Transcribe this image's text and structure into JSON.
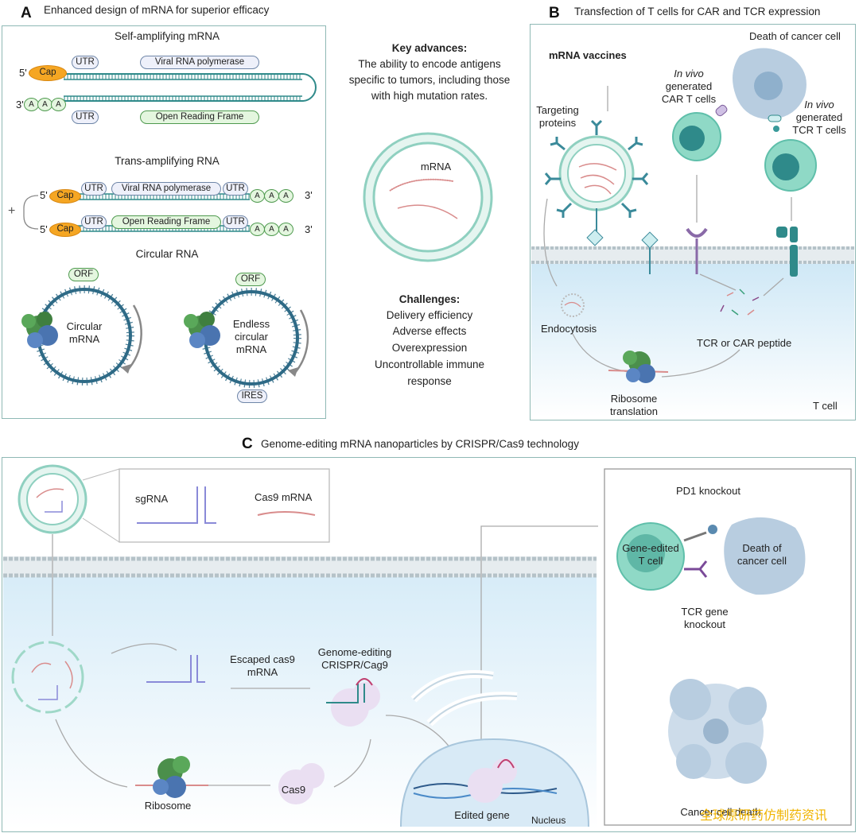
{
  "panel_a": {
    "letter": "A",
    "title": "Enhanced design of mRNA for superior efficacy",
    "self_amp": {
      "heading": "Self-amplifying mRNA",
      "five_prime": "5'",
      "three_prime": "3'",
      "cap": "Cap",
      "utr_top": "UTR",
      "utr_bottom": "UTR",
      "polymerase": "Viral RNA polymerase",
      "orf": "Open Reading Frame",
      "a_labels": [
        "A",
        "A",
        "A"
      ]
    },
    "trans_amp": {
      "heading": "Trans-amplifying RNA",
      "plus": "+",
      "five_prime_1": "5'",
      "five_prime_2": "5'",
      "three_prime_1": "3'",
      "three_prime_2": "3'",
      "cap": "Cap",
      "utr": "UTR",
      "polymerase": "Viral RNA polymerase",
      "orf": "Open Reading Frame",
      "a_labels": [
        "A",
        "A",
        "A"
      ]
    },
    "circular": {
      "heading": "Circular RNA",
      "orf_left": "ORF",
      "orf_right": "ORF",
      "left_label": [
        "Circular",
        "mRNA"
      ],
      "right_label": [
        "Endless",
        "circular",
        "mRNA"
      ],
      "ires": "IRES"
    }
  },
  "center": {
    "key_title": "Key advances:",
    "key_lines": [
      "The ability to encode antigens",
      "specific to tumors, including those",
      "with high mutation rates."
    ],
    "mrna_label": "mRNA",
    "challenges_title": "Challenges:",
    "challenges": [
      "Delivery efficiency",
      "Adverse effects",
      "Overexpression",
      "Uncontrollable immune",
      "response"
    ]
  },
  "panel_b": {
    "letter": "B",
    "title": "Transfection of T cells for CAR and TCR expression",
    "death_cancer": "Death of cancer cell",
    "mrna_vaccines": "mRNA vaccines",
    "targeting": [
      "Targeting",
      "proteins"
    ],
    "car_t": [
      "In vivo",
      "generated",
      "CAR T cells"
    ],
    "tcr_t": [
      "In vivo",
      "generated",
      "TCR T cells"
    ],
    "endocytosis": "Endocytosis",
    "tcr_car_peptide": "TCR or CAR peptide",
    "ribosome": [
      "Ribosome",
      "translation"
    ],
    "t_cell": "T cell"
  },
  "panel_c": {
    "letter": "C",
    "title": "Genome-editing mRNA nanoparticles by CRISPR/Cas9 technology",
    "sgrna": "sgRNA",
    "cas9_mrna": "Cas9 mRNA",
    "escaped": [
      "Escaped cas9",
      "mRNA"
    ],
    "genome_editing": [
      "Genome-editing",
      "CRISPR/Cag9"
    ],
    "ribosome": "Ribosome",
    "cas9": "Cas9",
    "edited_gene": "Edited gene",
    "nucleus": "Nucleus",
    "pd1": "PD1 knockout",
    "gene_edited": [
      "Gene-edited",
      "T cell"
    ],
    "death_cancer": [
      "Death of",
      "cancer cell"
    ],
    "tcr_knockout": [
      "TCR gene",
      "knockout"
    ],
    "cancer_death": "Cancer cell death"
  },
  "watermark": "全球原研药仿制药资讯",
  "colors": {
    "teal_frame": "#8fb9b5",
    "rna_teal": "#2f8a8a",
    "circ_blue": "#2e6a86",
    "mrna_red": "#d98c8c",
    "cap_orange": "#f5a623",
    "cell_green": "#8fd9c6",
    "cancer_blue": "#b8cde0",
    "nucleus_blue": "#d8eaf6",
    "watermark_gold": "#f0b400"
  }
}
